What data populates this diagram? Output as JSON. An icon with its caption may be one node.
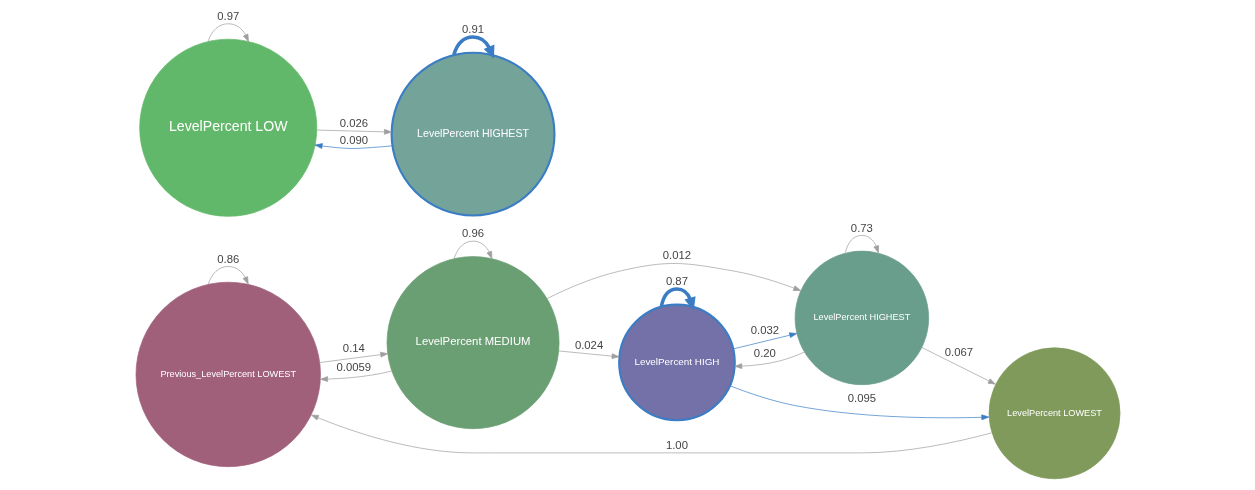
{
  "diagram": {
    "nodes": [
      {
        "text": [
          "Previous_LevelPercent LOWEST"
        ]
      },
      {
        "text": [
          "LevelPercent MEDIUM"
        ]
      },
      {
        "text": [
          "LevelPercent HIGHEST"
        ]
      },
      {
        "text": [
          "LevelPercent HIGH"
        ]
      },
      {
        "text": [
          "LevelPercent LOWEST"
        ]
      },
      {
        "text": [
          "LevelPercent LOW"
        ]
      },
      {
        "text": [
          "LevelPercent HIGHEST"
        ]
      }
    ],
    "edges": [
      {
        "from": 0,
        "to": 0,
        "arrow": "to",
        "label": "0.86"
      },
      {
        "from": 1,
        "to": 1,
        "arrow": "to",
        "label": "0.96"
      },
      {
        "from": 0,
        "to": 1,
        "arrow": "to",
        "label": "0.14"
      },
      {
        "from": 1,
        "to": 0,
        "arrow": "to",
        "label": "0.0059"
      },
      {
        "from": 1,
        "to": 2,
        "arrow": "to",
        "label": "0.012"
      },
      {
        "from": 2,
        "to": 2,
        "arrow": "to",
        "label": "0.73"
      },
      {
        "from": 1,
        "to": 3,
        "arrow": "to",
        "label": "0.024"
      },
      {
        "from": 2,
        "to": 4,
        "arrow": "to",
        "label": "0.067"
      },
      {
        "from": 3,
        "to": 2,
        "arrow": "to",
        "label": "0.032",
        "color": "#3b7dc4"
      },
      {
        "from": 2,
        "to": 3,
        "arrow": "to",
        "label": "0.20"
      },
      {
        "from": 3,
        "to": 3,
        "arrow": "to",
        "label": "0.87",
        "color": "#3b7dc4",
        "style": "thick"
      },
      {
        "from": 3,
        "to": 4,
        "arrow": "to",
        "label": "0.095",
        "color": "#3b7dc4"
      },
      {
        "from": 4,
        "to": 0,
        "arrow": "to",
        "label": "1.00"
      },
      {
        "from": 5,
        "to": 5,
        "arrow": "to",
        "label": "0.97"
      },
      {
        "from": 6,
        "to": 6,
        "arrow": "to",
        "label": "0.91",
        "color": "#3b7dc4",
        "style": "thick"
      },
      {
        "from": 5,
        "to": 6,
        "arrow": "to",
        "label": "0.026"
      },
      {
        "from": 6,
        "to": 5,
        "arrow": "to",
        "label": "0.090",
        "color": "#3b7dc4"
      }
    ]
  }
}
